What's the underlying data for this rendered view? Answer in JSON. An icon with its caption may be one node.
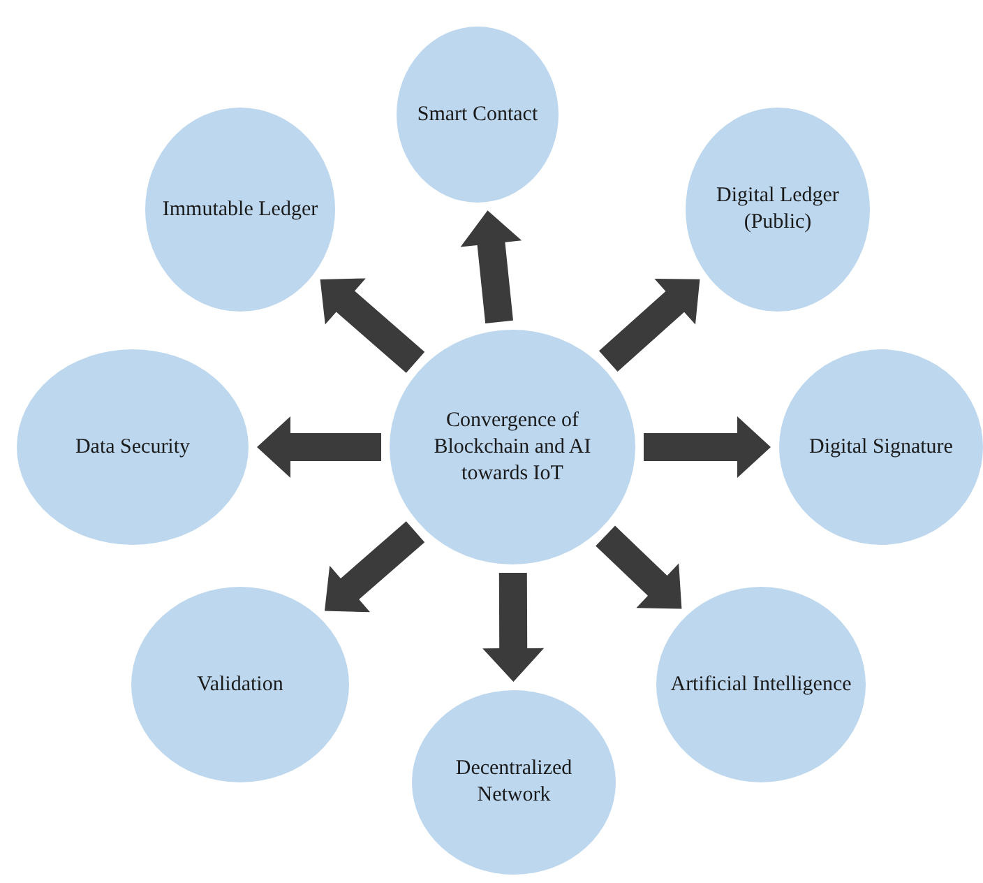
{
  "diagram": {
    "nodes": [
      {
        "text": [
          "Convergence of Blockchain and AI towards IoT"
        ]
      },
      {
        "text": [
          "Smart Contact"
        ]
      },
      {
        "text": [
          "Digital Ledger (Public)"
        ]
      },
      {
        "text": [
          "Digital Signature"
        ]
      },
      {
        "text": [
          "Artificial Intelligence"
        ]
      },
      {
        "text": [
          "Decentralized Network"
        ]
      },
      {
        "text": [
          "Validation"
        ]
      },
      {
        "text": [
          "Data Security"
        ]
      },
      {
        "text": [
          "Immutable Ledger"
        ]
      }
    ],
    "edges": [
      {
        "from": 0,
        "to": 1,
        "arrow": "to",
        "style": "thick"
      },
      {
        "from": 0,
        "to": 2,
        "arrow": "to",
        "style": "thick"
      },
      {
        "from": 0,
        "to": 3,
        "arrow": "to",
        "style": "thick"
      },
      {
        "from": 0,
        "to": 4,
        "arrow": "to",
        "style": "thick"
      },
      {
        "from": 0,
        "to": 5,
        "arrow": "to",
        "style": "thick"
      },
      {
        "from": 0,
        "to": 6,
        "arrow": "to",
        "style": "thick"
      },
      {
        "from": 0,
        "to": 7,
        "arrow": "to",
        "style": "thick"
      },
      {
        "from": 0,
        "to": 8,
        "arrow": "to",
        "style": "thick"
      }
    ]
  }
}
